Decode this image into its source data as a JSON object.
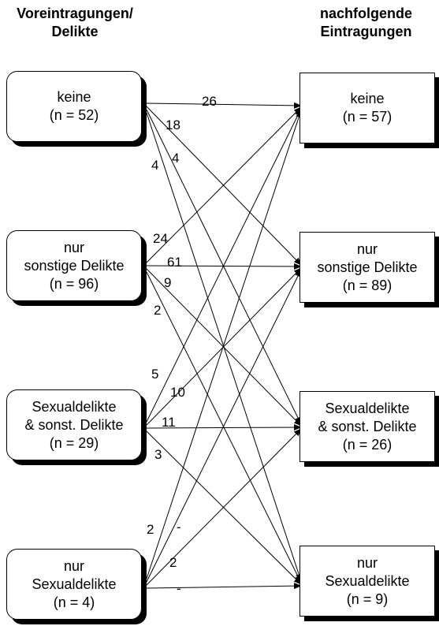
{
  "headers": {
    "left": [
      "Voreintragungen/",
      "Delikte"
    ],
    "right": [
      "nachfolgende",
      "Eintragungen"
    ]
  },
  "left_boxes": [
    {
      "lines": [
        "keine",
        "(n = 52)"
      ]
    },
    {
      "lines": [
        "nur",
        "sonstige Delikte",
        "(n = 96)"
      ]
    },
    {
      "lines": [
        "Sexualdelikte",
        "& sonst. Delikte",
        "(n = 29)"
      ]
    },
    {
      "lines": [
        "nur",
        "Sexualdelikte",
        "(n = 4)"
      ]
    }
  ],
  "right_boxes": [
    {
      "lines": [
        "keine",
        "(n = 57)"
      ]
    },
    {
      "lines": [
        "nur",
        "sonstige Delikte",
        "(n = 89)"
      ]
    },
    {
      "lines": [
        "Sexualdelikte",
        "& sonst. Delikte",
        "(n = 26)"
      ]
    },
    {
      "lines": [
        "nur",
        "Sexualdelikte",
        "(n = 9)"
      ]
    }
  ],
  "flows": [
    {
      "from": 0,
      "to": 0,
      "label": "26"
    },
    {
      "from": 0,
      "to": 1,
      "label": "18"
    },
    {
      "from": 0,
      "to": 2,
      "label": "4"
    },
    {
      "from": 0,
      "to": 3,
      "label": "4"
    },
    {
      "from": 1,
      "to": 0,
      "label": "24"
    },
    {
      "from": 1,
      "to": 1,
      "label": "61"
    },
    {
      "from": 1,
      "to": 2,
      "label": "9"
    },
    {
      "from": 1,
      "to": 3,
      "label": "2"
    },
    {
      "from": 2,
      "to": 0,
      "label": "5"
    },
    {
      "from": 2,
      "to": 1,
      "label": "10"
    },
    {
      "from": 2,
      "to": 2,
      "label": "11"
    },
    {
      "from": 2,
      "to": 3,
      "label": "3"
    },
    {
      "from": 3,
      "to": 0,
      "label": "2"
    },
    {
      "from": 3,
      "to": 1,
      "label": "-"
    },
    {
      "from": 3,
      "to": 2,
      "label": "2"
    },
    {
      "from": 3,
      "to": 3,
      "label": "-"
    }
  ]
}
